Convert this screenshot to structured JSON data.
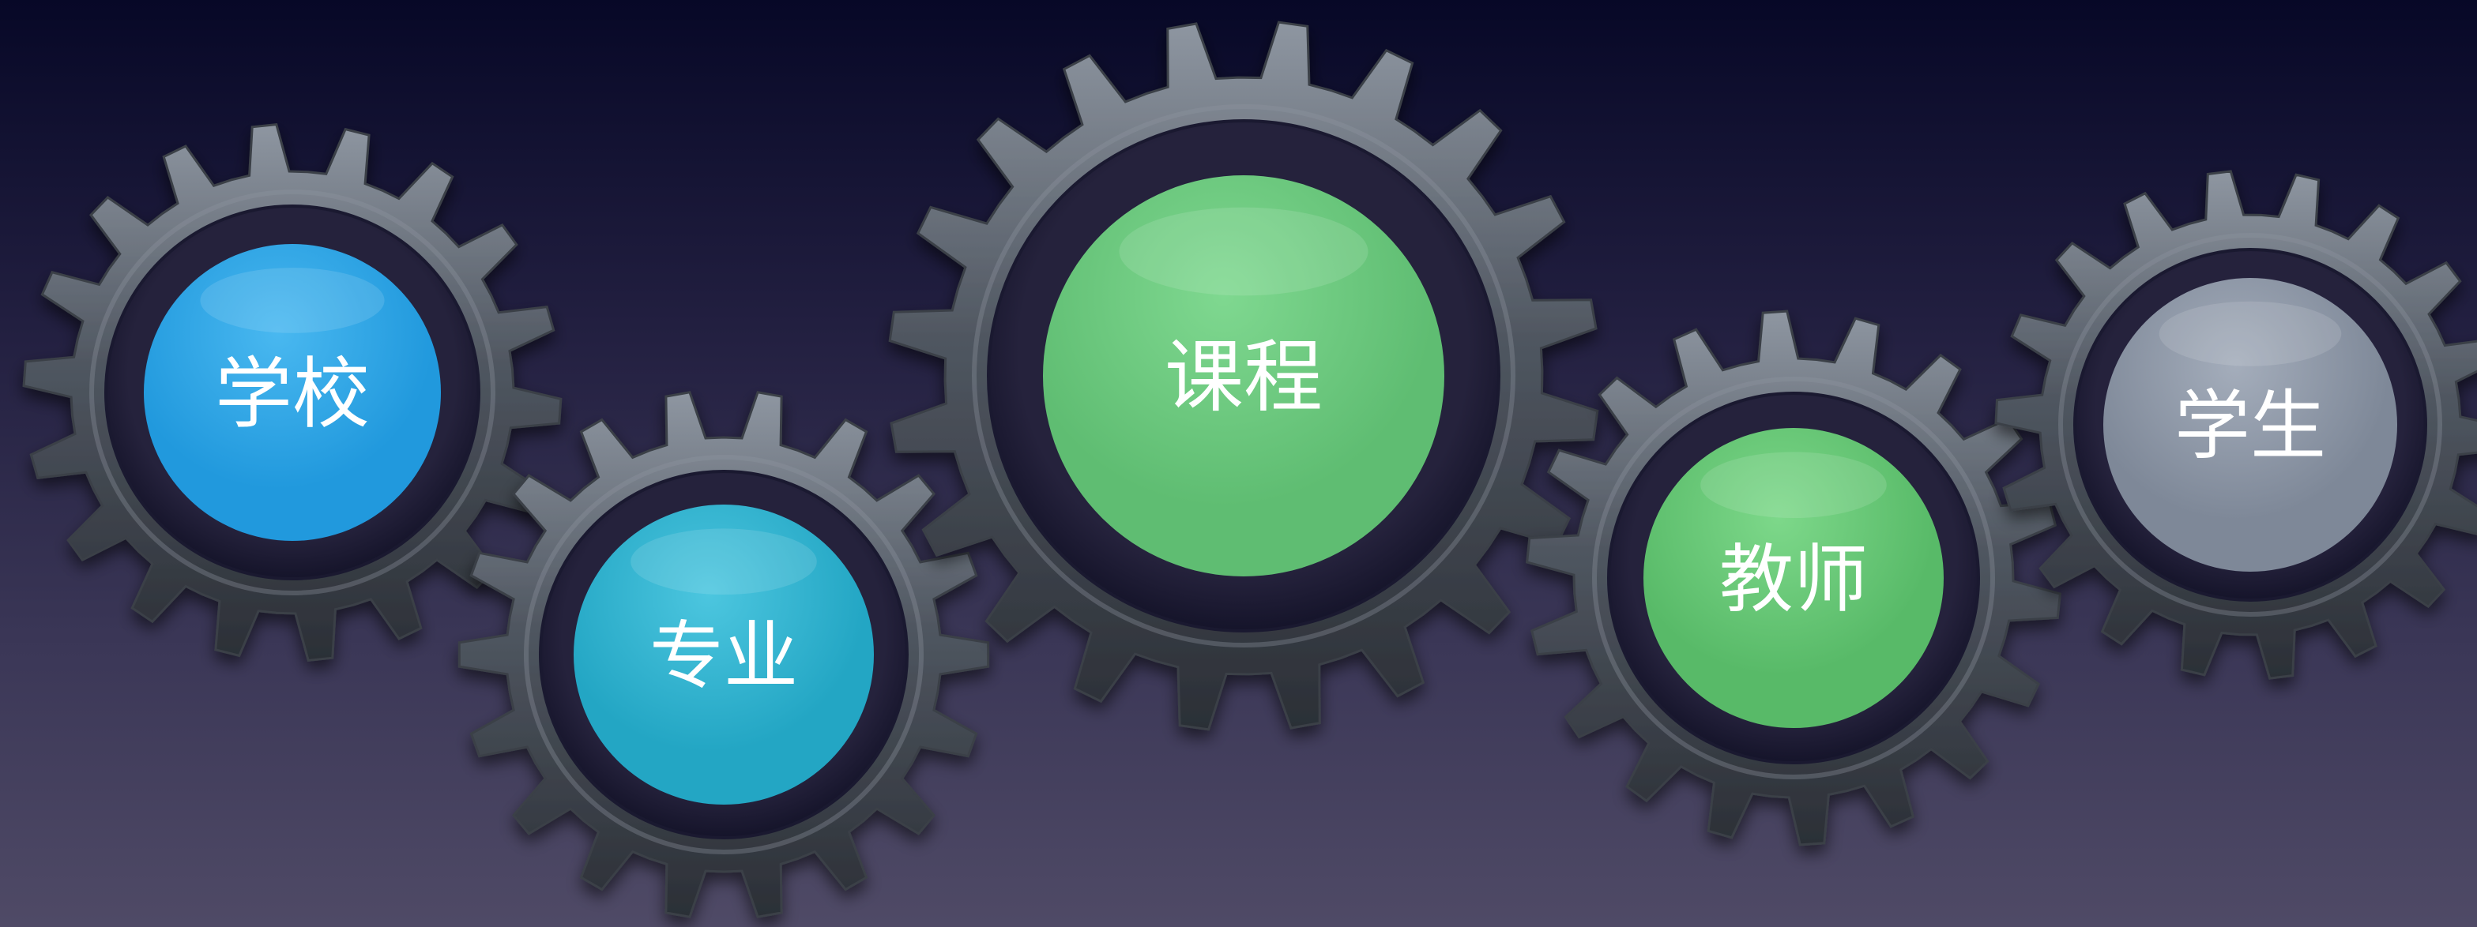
{
  "gears": [
    {
      "id": "school",
      "label": "学校",
      "hub_color": "#2199dd",
      "hub_highlight": "#49b8f0"
    },
    {
      "id": "major",
      "label": "专业",
      "hub_color": "#23a6c4",
      "hub_highlight": "#4cc6df"
    },
    {
      "id": "course",
      "label": "课程",
      "hub_color": "#5fbd72",
      "hub_highlight": "#7fd890"
    },
    {
      "id": "teacher",
      "label": "教师",
      "hub_color": "#58ba68",
      "hub_highlight": "#7dd88a"
    },
    {
      "id": "student",
      "label": "学生",
      "hub_color": "#7e8898",
      "hub_highlight": "#a4adbb"
    }
  ],
  "colors": {
    "gear_metal": "#4f5660",
    "gear_metal_light": "#8e96a1",
    "gear_metal_dark": "#2b2f36",
    "gear_well": "#25223c"
  }
}
